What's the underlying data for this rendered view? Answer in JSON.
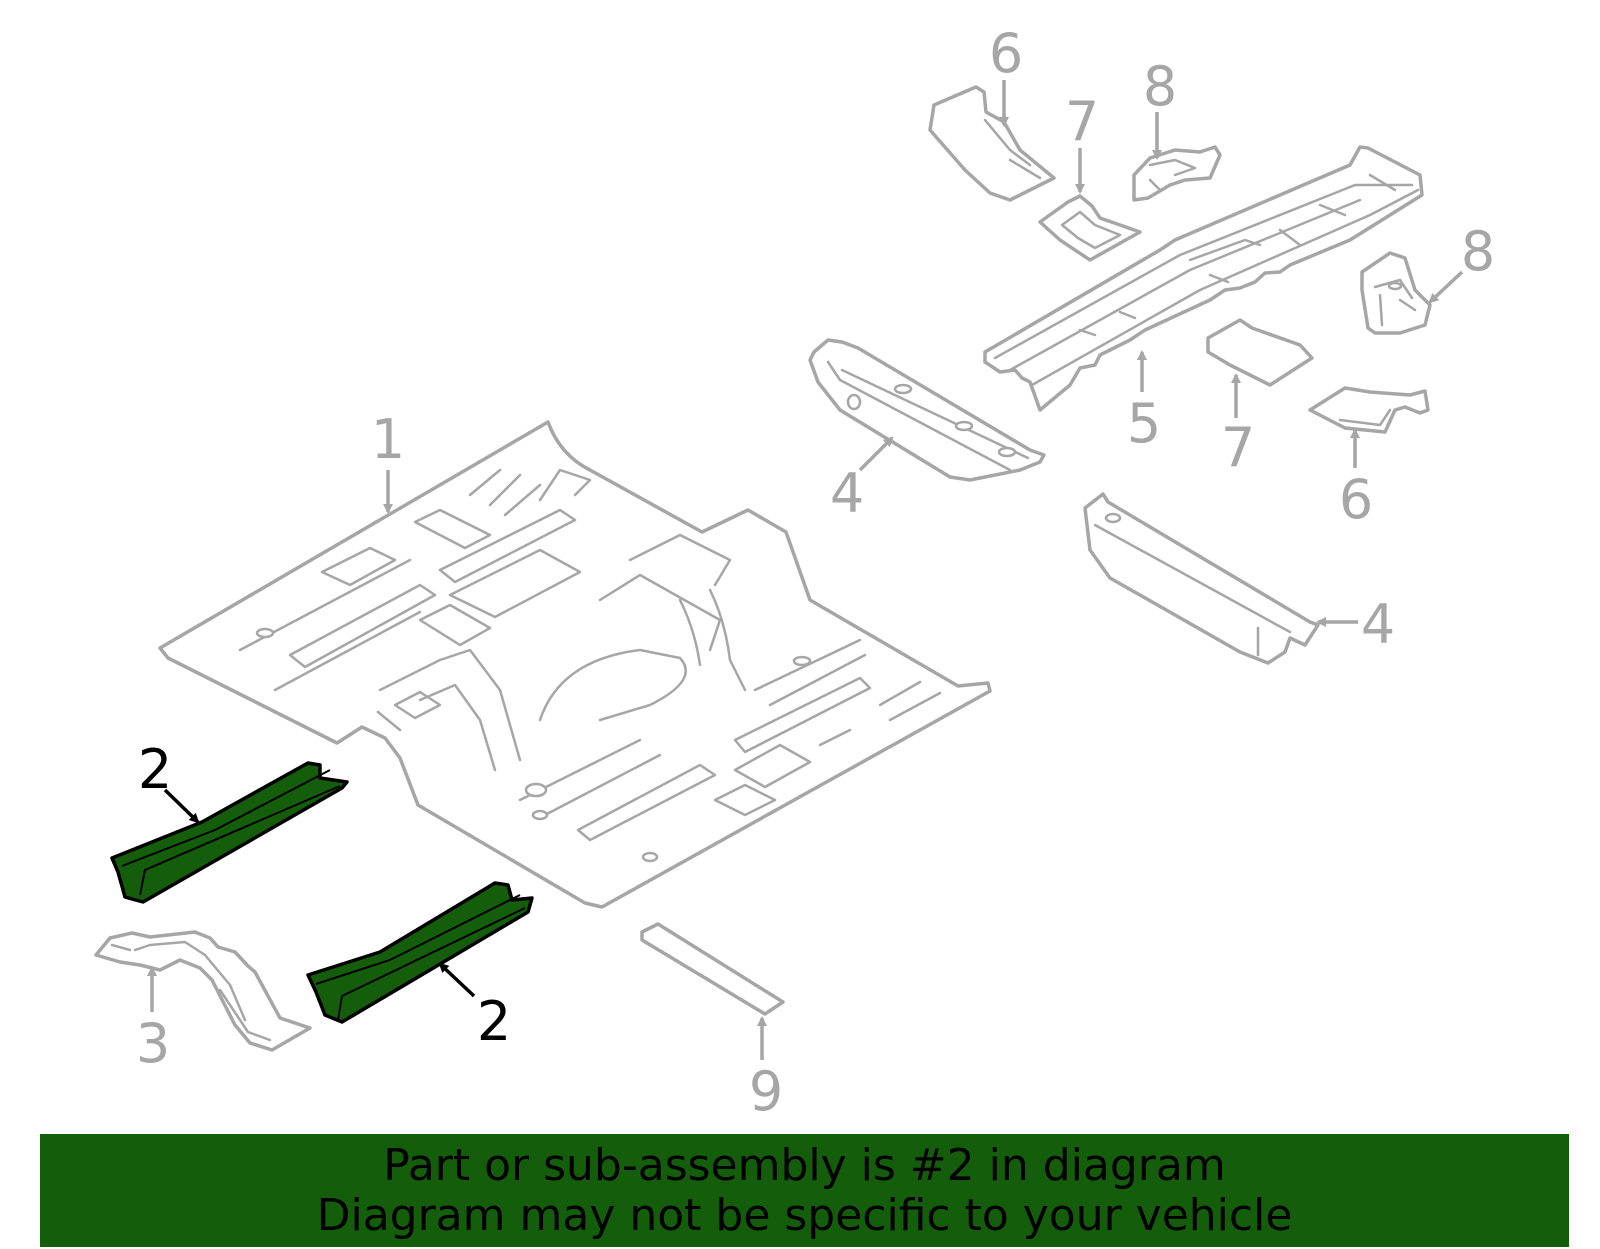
{
  "highlight": {
    "part_number": "2",
    "fill_color": "#145e0b",
    "outline_color": "#000000"
  },
  "colors": {
    "line": "#a6a6a6",
    "callout_gray": "#a6a6a6",
    "callout_highlight": "#000000",
    "banner": "#145e0b"
  },
  "callouts": [
    {
      "id": "c1",
      "label": "1",
      "highlighted": false
    },
    {
      "id": "c2a",
      "label": "2",
      "highlighted": true
    },
    {
      "id": "c2b",
      "label": "2",
      "highlighted": true
    },
    {
      "id": "c3",
      "label": "3",
      "highlighted": false
    },
    {
      "id": "c4a",
      "label": "4",
      "highlighted": false
    },
    {
      "id": "c4b",
      "label": "4",
      "highlighted": false
    },
    {
      "id": "c5",
      "label": "5",
      "highlighted": false
    },
    {
      "id": "c6a",
      "label": "6",
      "highlighted": false
    },
    {
      "id": "c6b",
      "label": "6",
      "highlighted": false
    },
    {
      "id": "c7a",
      "label": "7",
      "highlighted": false
    },
    {
      "id": "c7b",
      "label": "7",
      "highlighted": false
    },
    {
      "id": "c8a",
      "label": "8",
      "highlighted": false
    },
    {
      "id": "c8b",
      "label": "8",
      "highlighted": false
    },
    {
      "id": "c9",
      "label": "9",
      "highlighted": false
    }
  ],
  "banner": {
    "line1": "Part or sub-assembly is #2 in diagram",
    "line2": "Diagram may not be specific to your vehicle"
  }
}
